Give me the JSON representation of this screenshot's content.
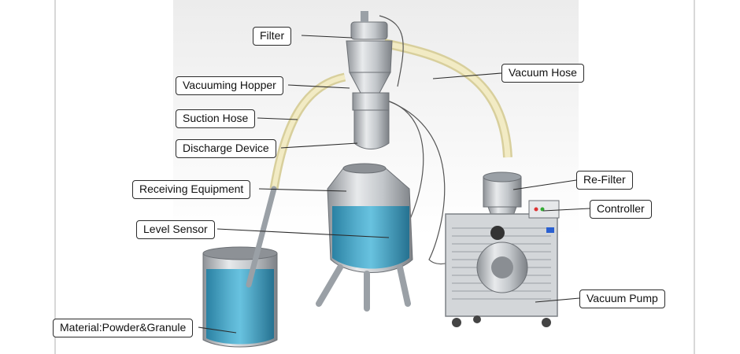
{
  "labels": {
    "filter": "Filter",
    "vacuuming_hopper": "Vacuuming Hopper",
    "suction_hose": "Suction Hose",
    "discharge_device": "Discharge Device",
    "receiving_equipment": "Receiving Equipment",
    "level_sensor": "Level Sensor",
    "material": "Material:Powder&Granule",
    "vacuum_hose": "Vacuum Hose",
    "re_filter": "Re-Filter",
    "controller": "Controller",
    "vacuum_pump": "Vacuum Pump"
  },
  "colors": {
    "liquid": "#3aa6c9",
    "steel": "#c9ccd0",
    "hose": "#efe6b4",
    "leader": "#2b2b2b"
  }
}
